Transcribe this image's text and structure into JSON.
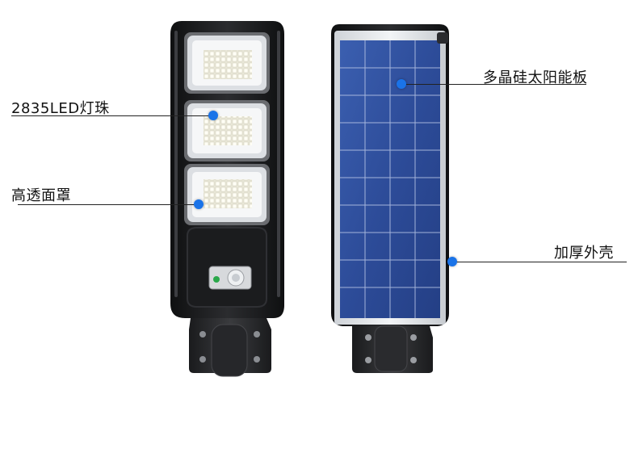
{
  "callouts": {
    "led": "2835LED灯珠",
    "cover": "高透面罩",
    "solar": "多晶硅太阳能板",
    "shell": "加厚外壳"
  },
  "colors": {
    "accent_dot": "#1a73e8",
    "housing": "#1f2022",
    "solar_cell": "#2f4f9e",
    "led_chip": "#f4f2e6",
    "sensor_indicator": "#2aa84a"
  }
}
